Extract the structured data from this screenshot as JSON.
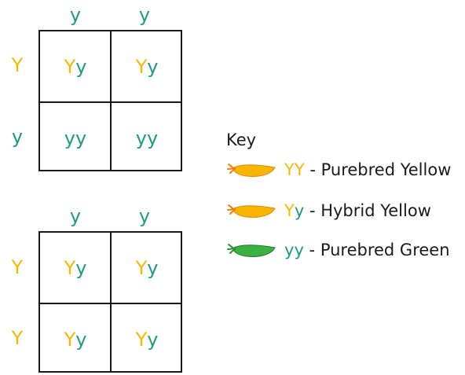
{
  "squares": [
    {
      "top_alleles": [
        "y",
        "y"
      ],
      "left_alleles": [
        "Y",
        "y"
      ],
      "cells": [
        [
          [
            "Y",
            "y"
          ],
          [
            "Y",
            "y"
          ]
        ],
        [
          [
            "y",
            "y"
          ],
          [
            "y",
            "y"
          ]
        ]
      ]
    },
    {
      "top_alleles": [
        "y",
        "y"
      ],
      "left_alleles": [
        "Y",
        "Y"
      ],
      "cells": [
        [
          [
            "Y",
            "y"
          ],
          [
            "Y",
            "y"
          ]
        ],
        [
          [
            "Y",
            "y"
          ],
          [
            "Y",
            "y"
          ]
        ]
      ]
    }
  ],
  "key": {
    "title": "Key",
    "items": [
      {
        "genotype": [
          "Y",
          "Y"
        ],
        "separator": " - ",
        "label": "Purebred Yellow",
        "pod_color": "yellow"
      },
      {
        "genotype": [
          "Y",
          "y"
        ],
        "separator": " - ",
        "label": "Hybrid Yellow",
        "pod_color": "yellow"
      },
      {
        "genotype": [
          "y",
          "y"
        ],
        "separator": " - ",
        "label": "Purebred Green",
        "pod_color": "green"
      }
    ]
  },
  "colors": {
    "dominant_allele": "#f5b800",
    "recessive_allele": "#1f9a83",
    "yellow_pod": "#f7b500",
    "green_pod": "#3cb043",
    "grid_line": "#1a1a1a"
  }
}
